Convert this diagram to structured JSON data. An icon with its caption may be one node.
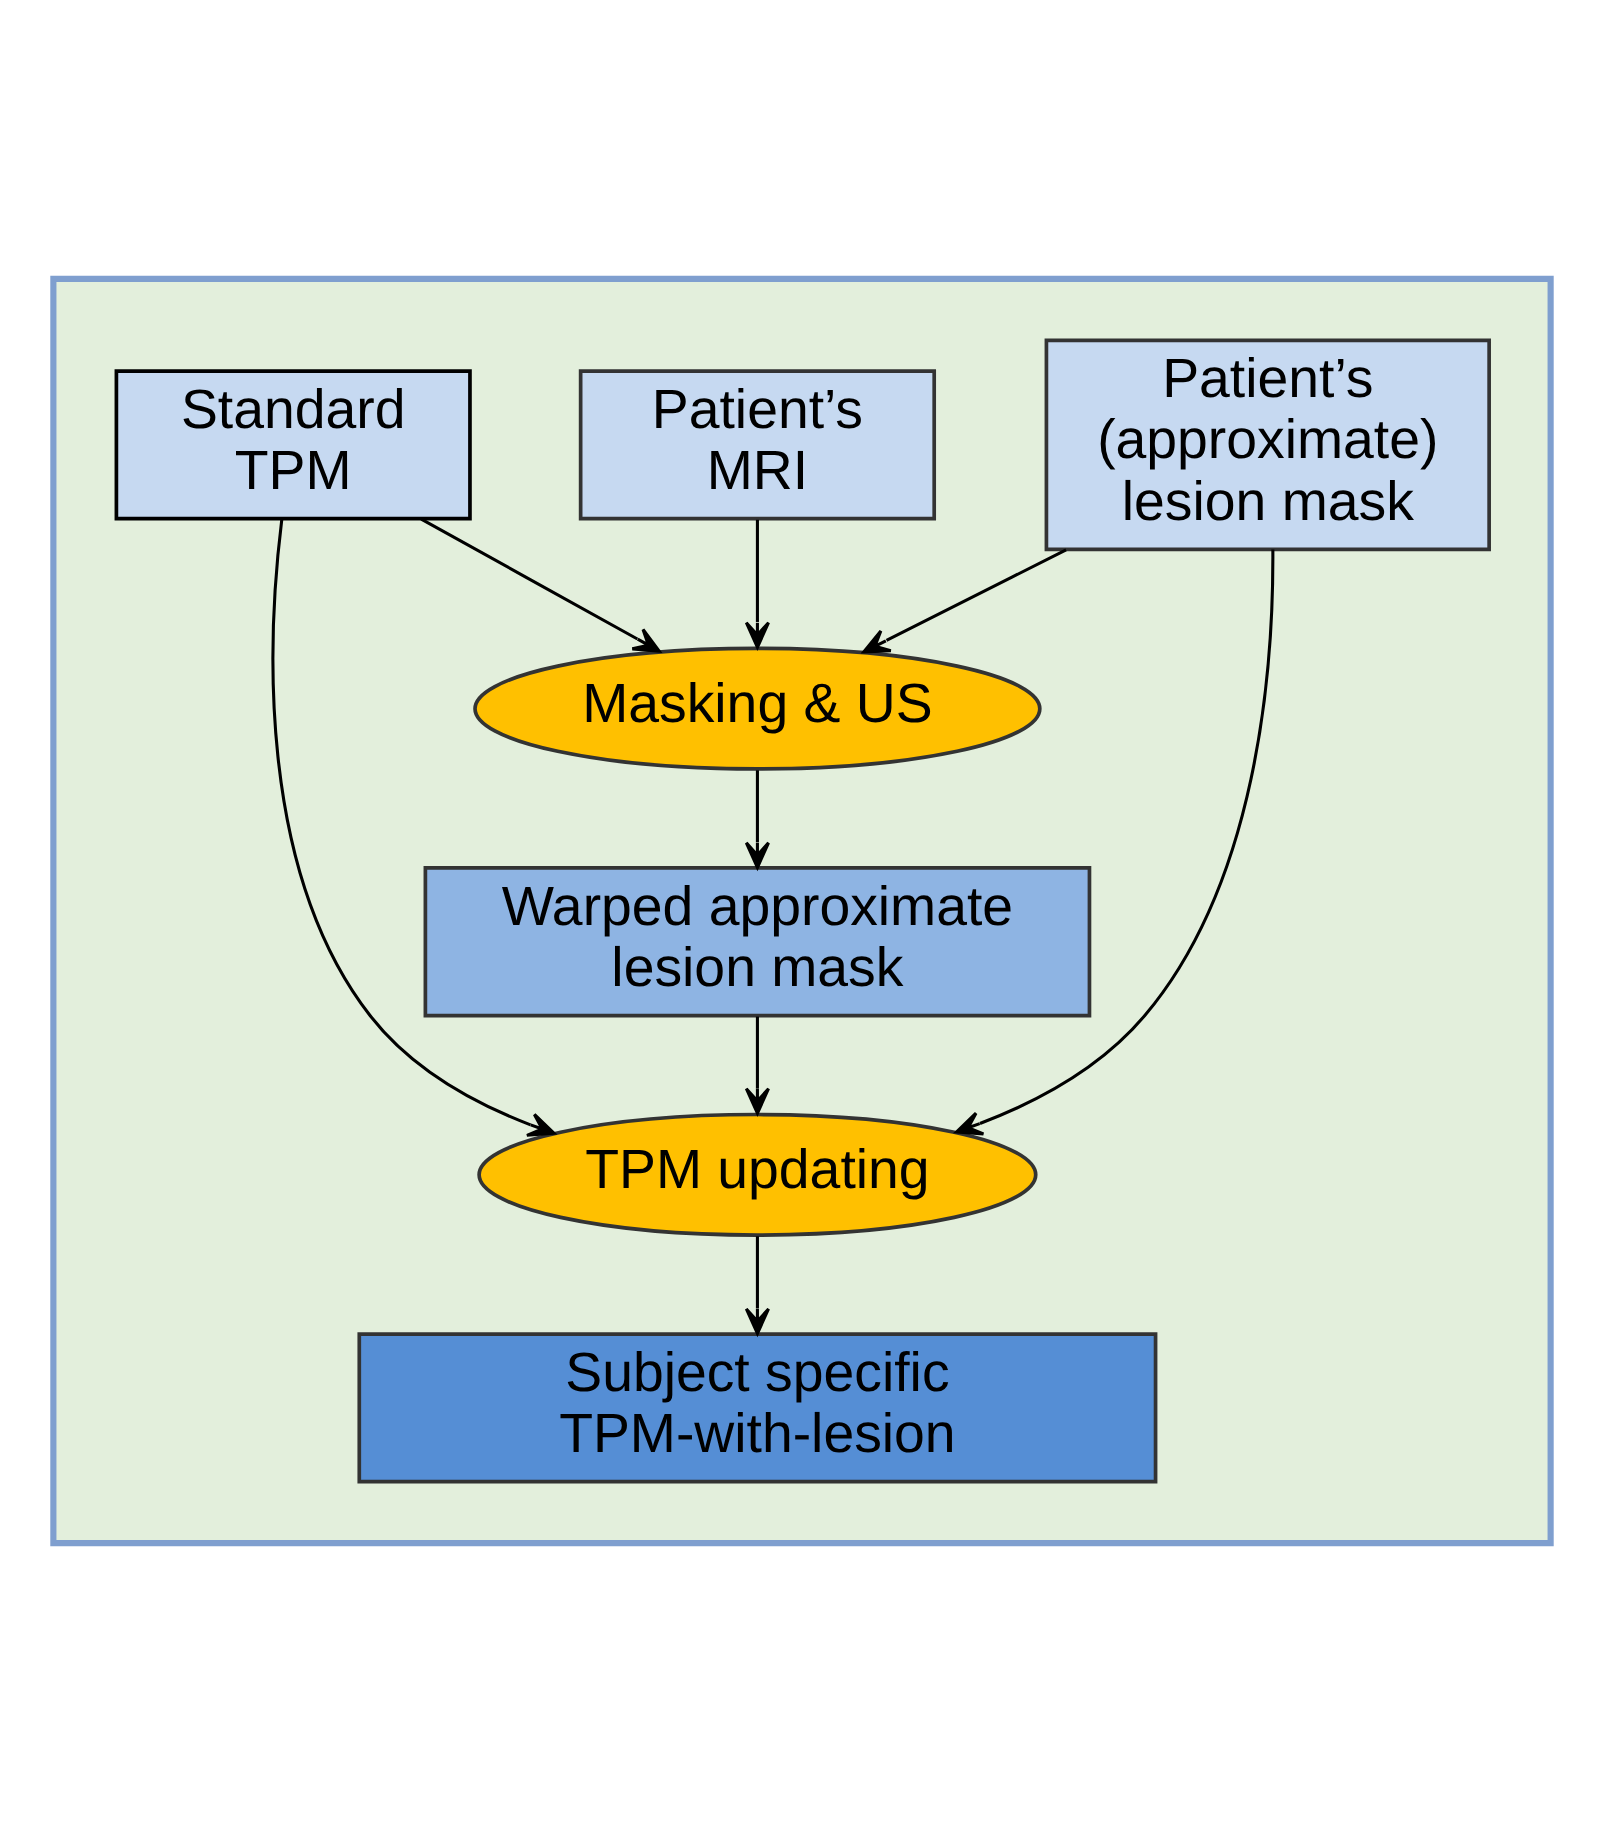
{
  "diagram": {
    "nodes": [
      {
        "text": [],
        "shape": "box"
      },
      {
        "text": [
          "Standard TPM"
        ],
        "in": 0
      },
      {
        "text": [
          "Patient’s MRI"
        ],
        "in": 0
      },
      {
        "text": [
          "Patient’s (approximate) lesion mask"
        ],
        "in": 0
      },
      {
        "text": [
          "Masking & US"
        ],
        "in": 0
      },
      {
        "text": [
          "Warped approximate lesion mask"
        ],
        "in": 0
      },
      {
        "text": [
          "TPM updating"
        ],
        "in": 0
      },
      {
        "text": [
          "Subject specific TPM-with-lesion"
        ],
        "in": 0
      }
    ],
    "edges": [
      {
        "from": 2,
        "to": 4,
        "arrow": "to"
      },
      {
        "from": 1,
        "to": 4,
        "arrow": "to"
      },
      {
        "from": 3,
        "to": 4,
        "arrow": "to"
      },
      {
        "from": 4,
        "to": 5,
        "arrow": "to"
      },
      {
        "from": 5,
        "to": 6,
        "arrow": "to"
      },
      {
        "from": 1,
        "to": 6,
        "arrow": "to"
      },
      {
        "from": 3,
        "to": 6,
        "arrow": "to"
      },
      {
        "from": 6,
        "to": 7,
        "arrow": "to"
      }
    ]
  }
}
